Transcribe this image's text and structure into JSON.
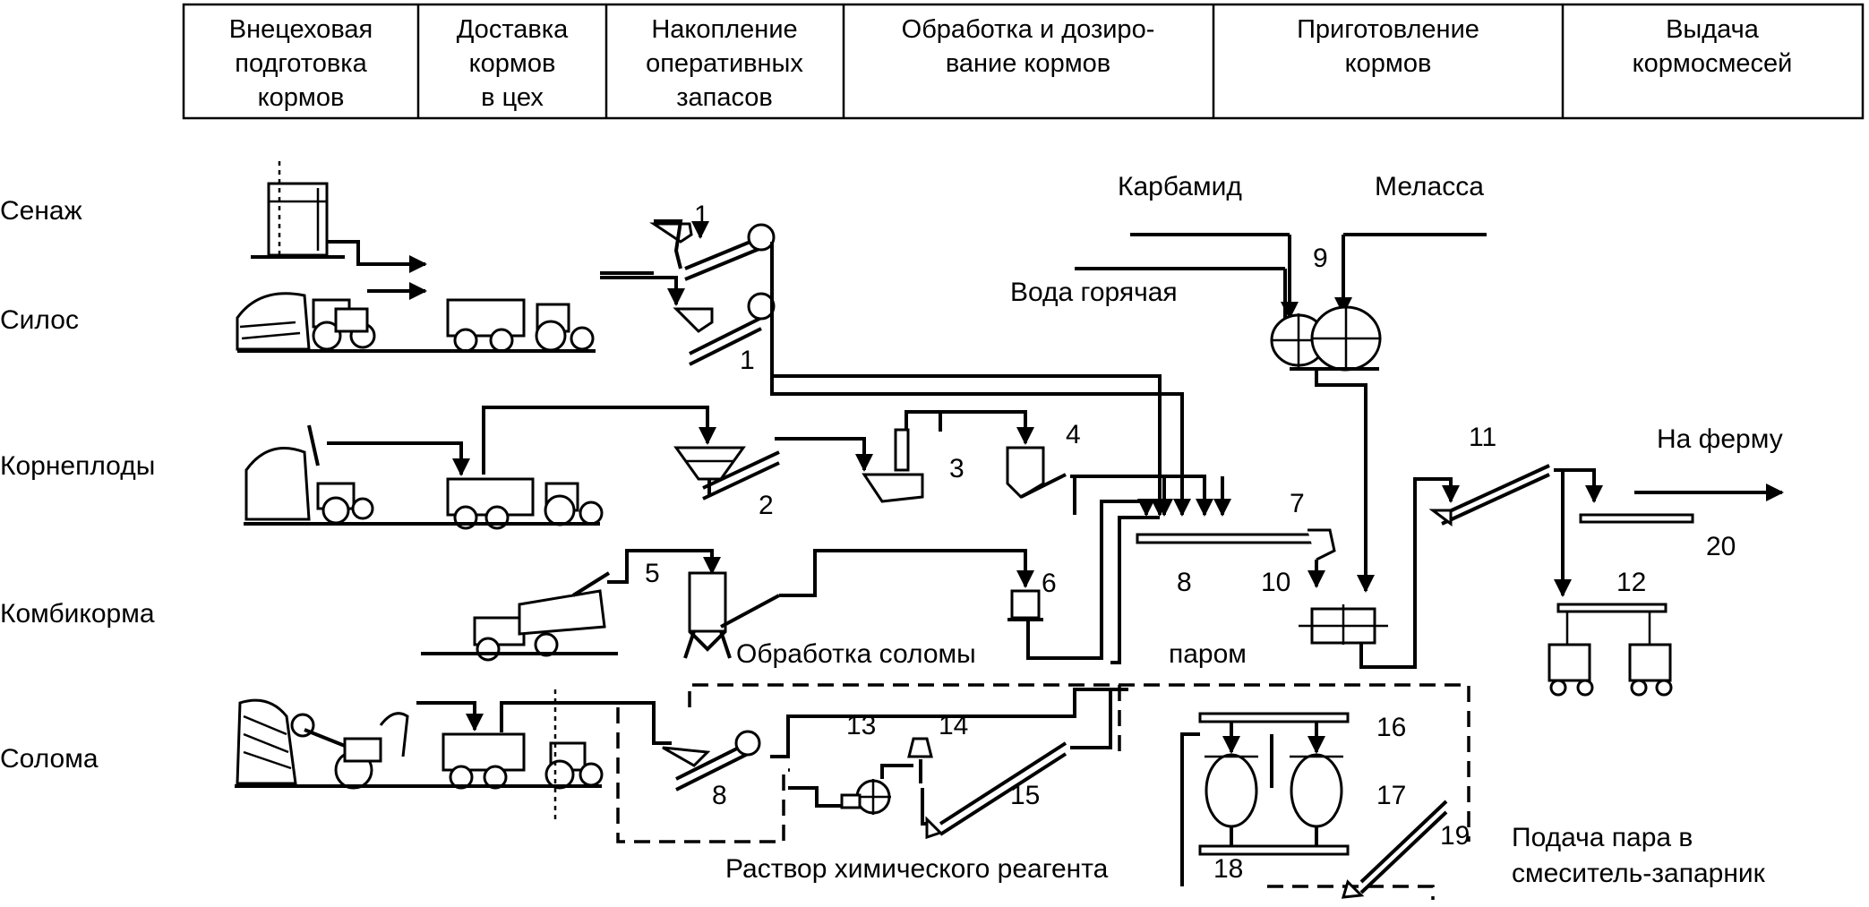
{
  "header": {
    "stages": [
      [
        "Внецеховая",
        "подготовка",
        "кормов"
      ],
      [
        "Доставка",
        "кормов",
        "в цех"
      ],
      [
        "Накопление",
        "оперативных",
        "запасов"
      ],
      [
        "Обработка и дозиро-",
        "вание кормов"
      ],
      [
        "Приготовление",
        "кормов"
      ],
      [
        "Выдача",
        "кормосмесей"
      ]
    ]
  },
  "rows": [
    "Сенаж",
    "Силос",
    "Корнеплоды",
    "Комбикорма",
    "Солома"
  ],
  "labels": {
    "karbamid": "Карбамид",
    "melassa": "Меласса",
    "voda": "Вода горячая",
    "na_fermu": "На ферму",
    "obrabotka": "Обработка соломы",
    "parom": "паром",
    "rastvor": "Раствор химического реагента",
    "podacha_1": "Подача пара в",
    "podacha_2": "смеситель-запарник"
  },
  "numbers": {
    "n1a": "1",
    "n1b": "1",
    "n2": "2",
    "n3": "3",
    "n4": "4",
    "n5": "5",
    "n6": "6",
    "n7": "7",
    "n8a": "8",
    "n8b": "8",
    "n9": "9",
    "n10": "10",
    "n11": "11",
    "n12": "12",
    "n13": "13",
    "n14": "14",
    "n15": "15",
    "n16": "16",
    "n17": "17",
    "n18": "18",
    "n19": "19",
    "n20": "20"
  }
}
